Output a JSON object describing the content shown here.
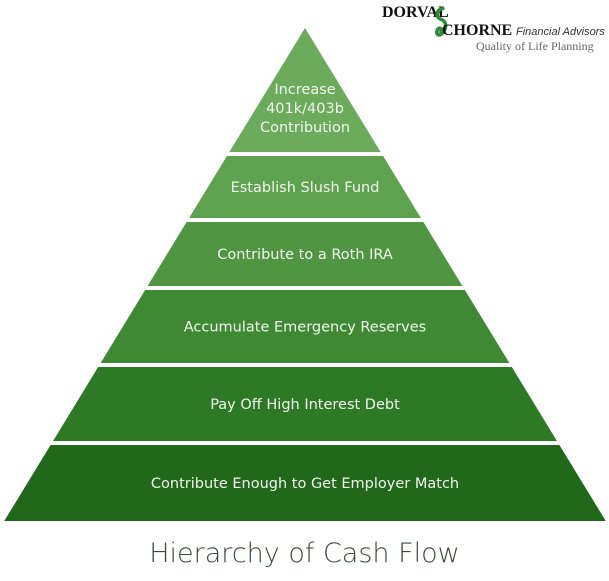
{
  "logo": {
    "line1": "DORVAL",
    "line2": "CHORNE",
    "tagline_right": "Financial Advisors",
    "tagline_bottom": "Quality of Life Planning"
  },
  "pyramid": {
    "levels": [
      {
        "label_lines": [
          "Increase",
          "401k/403b",
          "Contribution"
        ],
        "color": "#6cab5c"
      },
      {
        "label_lines": [
          "Establish Slush Fund"
        ],
        "color": "#5ea14f"
      },
      {
        "label_lines": [
          "Contribute to a Roth IRA"
        ],
        "color": "#4f9542"
      },
      {
        "label_lines": [
          "Accumulate Emergency Reserves"
        ],
        "color": "#3f8834"
      },
      {
        "label_lines": [
          "Pay Off High Interest Debt"
        ],
        "color": "#2e7926"
      },
      {
        "label_lines": [
          "Contribute Enough to Get Employer Match"
        ],
        "color": "#22681a"
      }
    ]
  },
  "title": "Hierarchy of Cash Flow"
}
